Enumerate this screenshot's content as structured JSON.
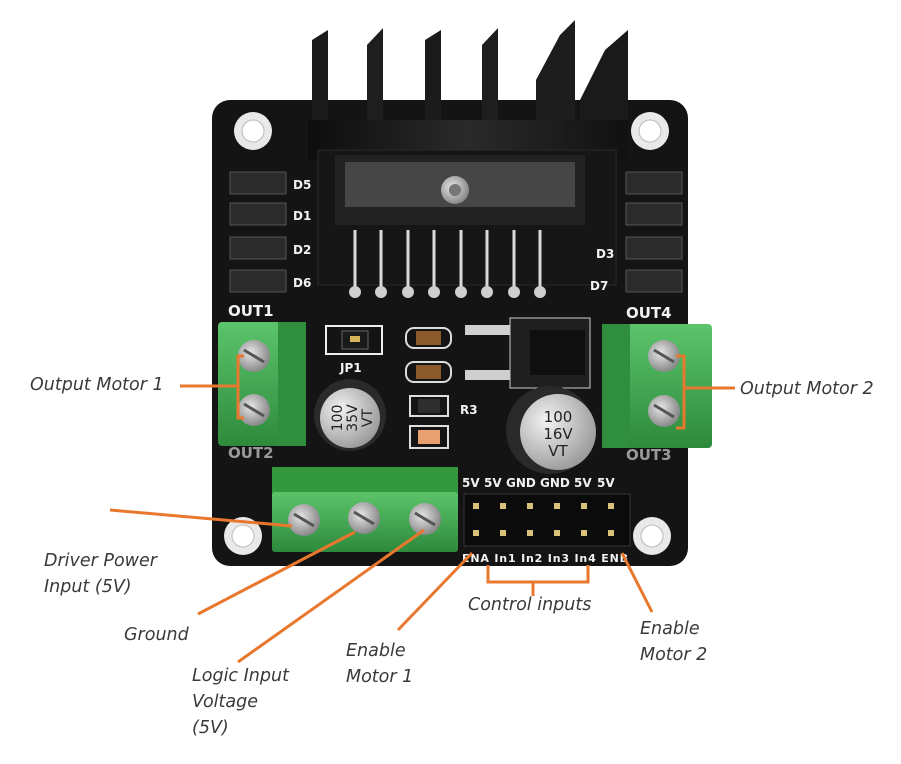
{
  "annotations": {
    "output_motor_1": "Output Motor 1",
    "output_motor_2": "Output Motor 2",
    "driver_power_input_line1": "Driver Power",
    "driver_power_input_line2": "Input (5V)",
    "ground": "Ground",
    "logic_input_line1": "Logic Input",
    "logic_input_line2": "Voltage",
    "logic_input_line3": "(5V)",
    "enable_motor_1_line1": "Enable",
    "enable_motor_1_line2": "Motor 1",
    "control_inputs": "Control inputs",
    "enable_motor_2_line1": "Enable",
    "enable_motor_2_line2": "Motor 2"
  },
  "board_silkscreen": {
    "out1": "OUT1",
    "out2": "OUT2",
    "out3": "OUT3",
    "out4": "OUT4",
    "jp1": "JP1",
    "r3": "R3",
    "diodes_left": [
      "D5",
      "D1",
      "D2",
      "D6"
    ],
    "diodes_right": [
      "D3",
      "D7"
    ],
    "header_top": [
      "5V",
      "5V",
      "GND",
      "GND",
      "5V",
      "5V"
    ],
    "header_bottom": "ENA In1 In2 In3 In4 ENB",
    "cap_small": [
      "100",
      "35V",
      "VT"
    ],
    "cap_large": [
      "100",
      "16V",
      "VT"
    ]
  },
  "colors": {
    "pcb": "#141414",
    "terminal": "#3aa34a",
    "heatsink": "#1c1c1c",
    "leader_line": "#e8782e",
    "label_text": "#3a3a3a"
  }
}
